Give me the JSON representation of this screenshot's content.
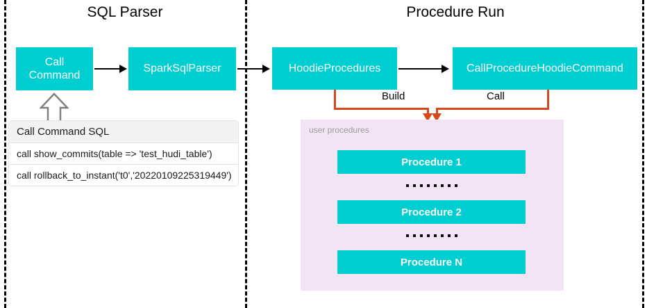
{
  "panels": {
    "left_title": "SQL Parser",
    "right_title": "Procedure Run"
  },
  "flow_boxes": [
    {
      "id": "call-command",
      "label": "Call\nCommand"
    },
    {
      "id": "spark-sql-parser",
      "label": "SparkSqlParser"
    },
    {
      "id": "hoodie-procedures",
      "label": "HoodieProcedures"
    },
    {
      "id": "call-procedure-hoodie-command",
      "label": "CallProcedureHoodieCommand"
    }
  ],
  "flow_box_labels": {
    "call_command_line1": "Call",
    "call_command_line2": "Command",
    "spark_sql_parser": "SparkSqlParser",
    "hoodie_procedures": "HoodieProcedures",
    "call_procedure_hoodie_command": "CallProcedureHoodieCommand"
  },
  "sql_table": {
    "header": "Call Command SQL",
    "rows": [
      "call show_commits(table => 'test_hudi_table')",
      "call rollback_to_instant('t0','20220109225319449')"
    ]
  },
  "edge_labels": {
    "build": "Build",
    "call": "Call"
  },
  "user_procedures": {
    "label": "user procedures",
    "items": [
      "Procedure 1",
      "Procedure 2",
      "Procedure N"
    ],
    "ellipsis_dot_count": 8
  },
  "colors": {
    "box_teal": "#00CED1",
    "panel_pink": "#F2E4F4",
    "connector_orange": "#D9471C",
    "arrow_black": "#000000",
    "divider_black": "#000000",
    "label_gray": "#9b9b9b",
    "table_header_gray": "#f3f3f3",
    "table_border_gray": "#e3e3e3"
  }
}
